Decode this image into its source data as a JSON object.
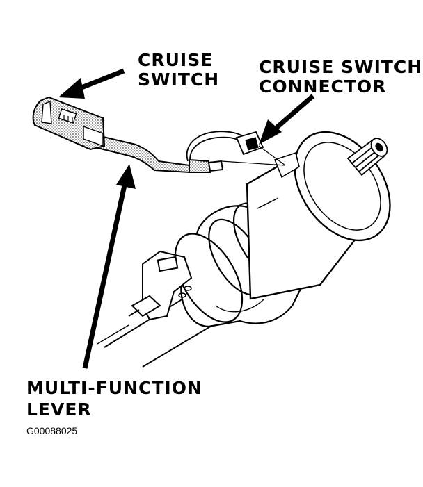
{
  "labels": {
    "cruise_switch": [
      "CRUISE",
      "SWITCH"
    ],
    "cruise_switch_connector": [
      "CRUISE SWITCH",
      "CONNECTOR"
    ],
    "multi_function_lever": [
      "MULTI-FUNCTION",
      "LEVER"
    ]
  },
  "figure_id": "G00088025"
}
